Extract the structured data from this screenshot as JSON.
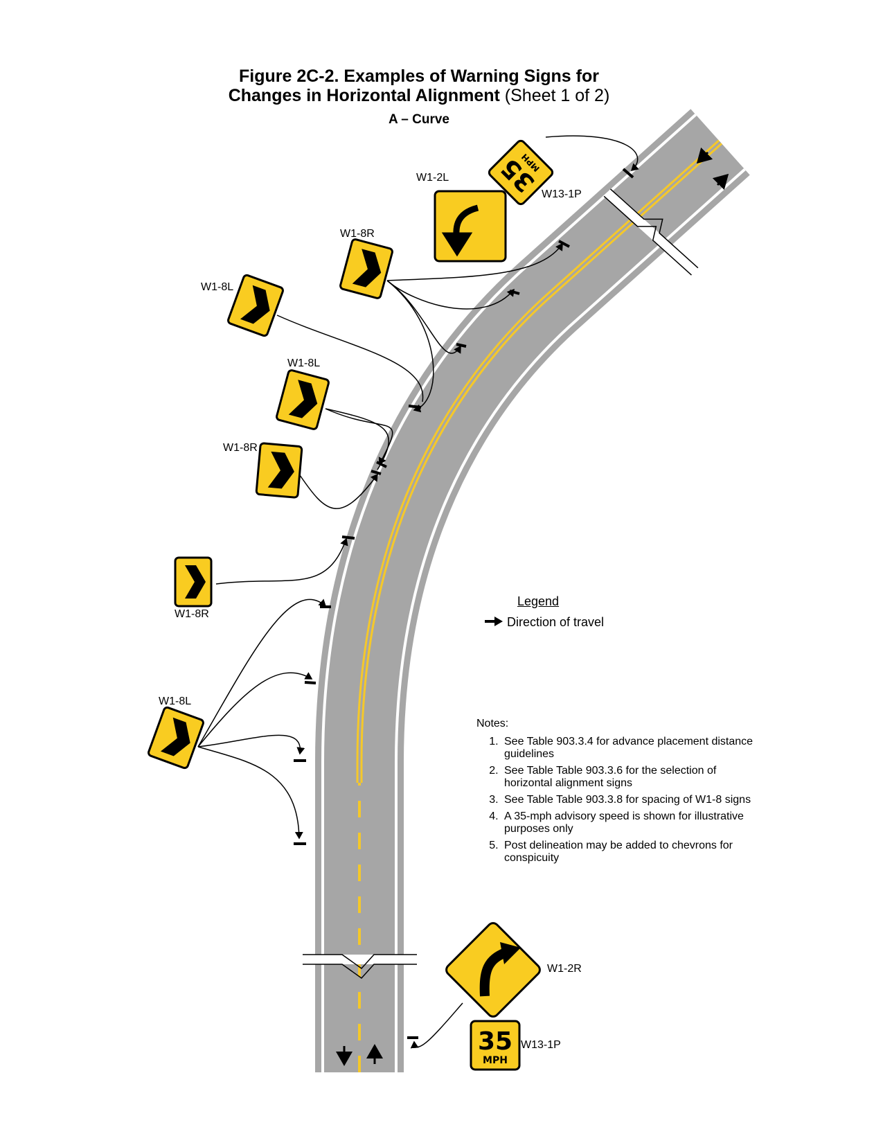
{
  "figure": {
    "title_line1": "Figure 2C-2.  Examples of Warning Signs for",
    "title_line2": "Changes in Horizontal Alignment",
    "title_sheet": "(Sheet 1 of 2)",
    "subtitle": "A – Curve"
  },
  "signs": {
    "w1_2l": "W1-2L",
    "w13_1p_top": "W13-1P",
    "w13_top_number": "35",
    "w13_top_unit": "MPH",
    "w1_8r_1": "W1-8R",
    "w1_8l_1": "W1-8L",
    "w1_8l_2": "W1-8L",
    "w1_8r_2": "W1-8R",
    "w1_8r_3": "W1-8R",
    "w1_8l_3": "W1-8L",
    "w1_2r": "W1-2R",
    "w13_1p_bottom": "W13-1P",
    "w13_bottom_number": "35",
    "w13_bottom_unit": "MPH"
  },
  "legend": {
    "heading": "Legend",
    "direction_label": "Direction of travel"
  },
  "notes": {
    "heading": "Notes:",
    "items": [
      "See Table 903.3.4 for advance placement distance guidelines",
      "See Table Table 903.3.6 for the selection of horizontal alignment signs",
      "See Table Table 903.3.8 for spacing of W1-8 signs",
      "A 35-mph advisory speed is shown for illustrative purposes only",
      "Post delineation may be added to chevrons for conspicuity"
    ]
  },
  "colors": {
    "road": "#a6a6a6",
    "lane_white": "#ffffff",
    "center_yellow": "#f5c82a",
    "sign_yellow": "#f9cc21",
    "sign_black": "#000000"
  }
}
